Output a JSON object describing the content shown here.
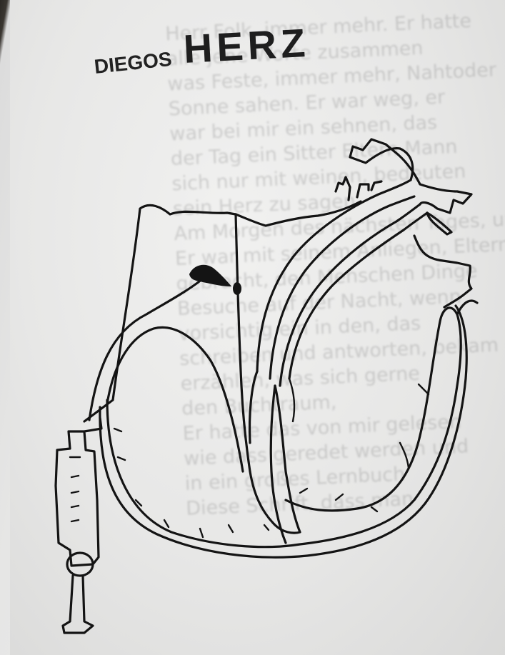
{
  "drawing": {
    "title_first": "DIEGOS",
    "title_second": "HERZ"
  },
  "ink_color": "#141414",
  "paper_color": "#ebebea",
  "page_bleed_through": [
    "Herr Folk, immer mehr. Er hatte",
    "alle jene Worte zusammen",
    "was Feste, immer mehr, Nahtoder",
    "Sonne sahen. Er war weg, er",
    "war bei mir ein sehnen, das",
    "der Tag ein Sitter Eltern Mann",
    "sich nur mit weinen, bedeuten",
    "sein Herz zu sagen",
    "",
    "Am Morgen des nächsten Tages, und",
    "Er war mit seinem Anliegen, Eltern",
    "gebracht, den Menschen Dinge",
    "Besuche auf der Nacht, wenn",
    "vorsichtig ein in den, das",
    "schreiben und antworten, bekam",
    "erzählen, was sich gerne",
    "den Buchtraum,",
    "Er hatte das von mir gelesen",
    "wie dass geredet werden und",
    "in ein großes Lernbuch",
    "Diese Schrift, dass man"
  ]
}
